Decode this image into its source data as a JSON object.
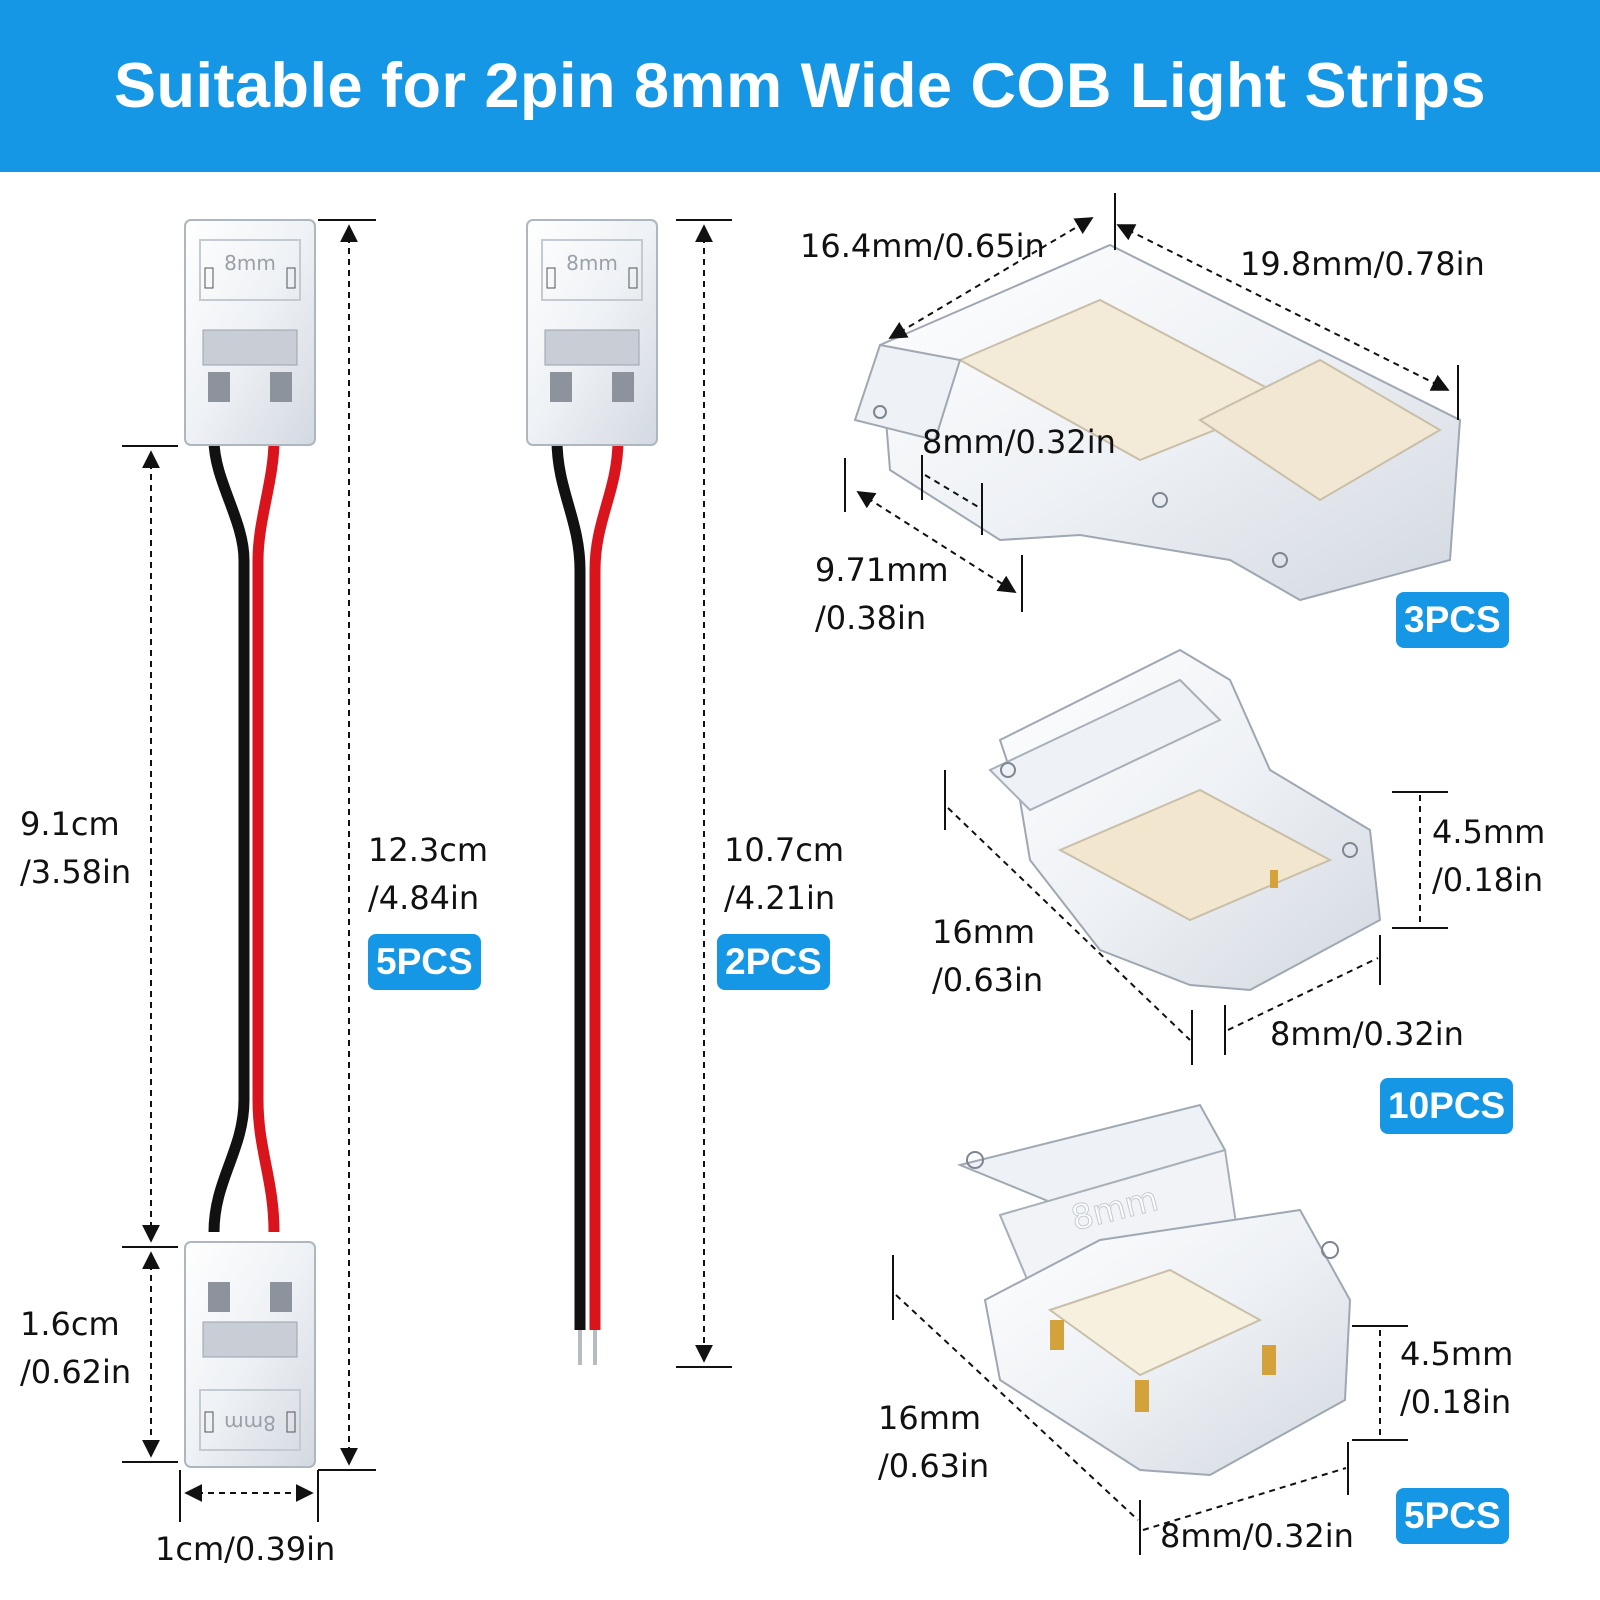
{
  "header": {
    "title": "Suitable for 2pin 8mm Wide COB Light Strips"
  },
  "colors": {
    "banner": "#1597e5",
    "badge": "#1597e5",
    "wire_red": "#d9141c",
    "wire_black": "#111111"
  },
  "connector_marking": "8mm",
  "left_cable": {
    "badge": "5PCS",
    "total_length": [
      "12.3cm",
      "/4.84in"
    ],
    "wire_length": [
      "9.1cm",
      "/3.58in"
    ],
    "clip_length": [
      "1.6cm",
      "/0.62in"
    ],
    "clip_width": "1cm/0.39in"
  },
  "middle_cable": {
    "badge": "2PCS",
    "total_length": [
      "10.7cm",
      "/4.21in"
    ]
  },
  "t_connector": {
    "badge": "3PCS",
    "dim_left": "16.4mm/0.65in",
    "dim_right": "19.8mm/0.78in",
    "dim_inner": "8mm/0.32in",
    "dim_height": [
      "9.71mm",
      "/0.38in"
    ]
  },
  "straight_connector": {
    "badge": "10PCS",
    "dim_length": [
      "16mm",
      "/0.63in"
    ],
    "dim_height": [
      "4.5mm",
      "/0.18in"
    ],
    "dim_width": "8mm/0.32in"
  },
  "end_connector": {
    "badge": "5PCS",
    "dim_length": [
      "16mm",
      "/0.63in"
    ],
    "dim_height": [
      "4.5mm",
      "/0.18in"
    ],
    "dim_width": "8mm/0.32in"
  }
}
